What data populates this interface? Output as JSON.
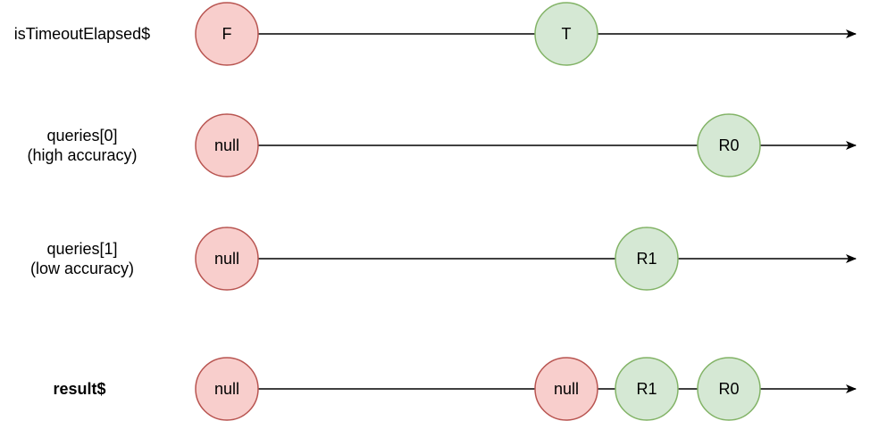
{
  "colors": {
    "false_fill": "#f8cecc",
    "false_stroke": "#b85450",
    "true_fill": "#d5e8d4",
    "true_stroke": "#82b366",
    "line": "#000000"
  },
  "streams": [
    {
      "id": "timeout",
      "label_lines": [
        "isTimeoutElapsed$"
      ],
      "bold": false,
      "marbles": [
        {
          "text": "F",
          "kind": "false"
        },
        {
          "text": "T",
          "kind": "true"
        }
      ]
    },
    {
      "id": "query0",
      "label_lines": [
        "queries[0]",
        "(high accuracy)"
      ],
      "bold": false,
      "marbles": [
        {
          "text": "null",
          "kind": "false"
        },
        {
          "text": "R0",
          "kind": "true"
        }
      ]
    },
    {
      "id": "query1",
      "label_lines": [
        "queries[1]",
        "(low accuracy)"
      ],
      "bold": false,
      "marbles": [
        {
          "text": "null",
          "kind": "false"
        },
        {
          "text": "R1",
          "kind": "true"
        }
      ]
    },
    {
      "id": "result",
      "label_lines": [
        "result$"
      ],
      "bold": true,
      "marbles": [
        {
          "text": "null",
          "kind": "false"
        },
        {
          "text": "null",
          "kind": "false"
        },
        {
          "text": "R1",
          "kind": "true"
        },
        {
          "text": "R0",
          "kind": "true"
        }
      ]
    }
  ]
}
